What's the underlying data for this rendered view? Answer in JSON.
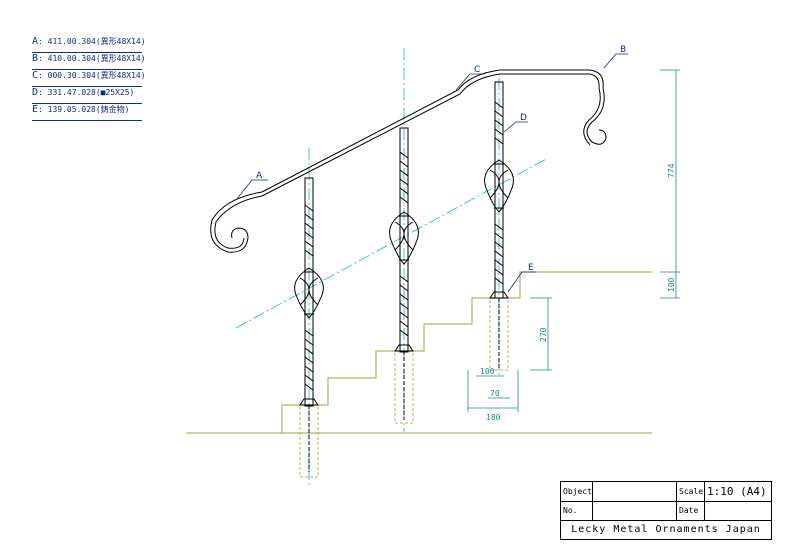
{
  "legend": [
    {
      "key": "A",
      "text": ": 411.00.304(異形48X14)"
    },
    {
      "key": "B",
      "text": ": 410.00.304(異形48X14)"
    },
    {
      "key": "C",
      "text": ": 000.30.304(異形48X14)"
    },
    {
      "key": "D",
      "text": ": 331.47.028(■25X25)"
    },
    {
      "key": "E",
      "text": ": 139.05.028(鋳金物)"
    }
  ],
  "callouts": {
    "A": "A",
    "B": "B",
    "C": "C",
    "D": "D",
    "E": "E"
  },
  "dimensions": {
    "height_774": "774",
    "height_100": "100",
    "depth_270": "270",
    "width_100": "100",
    "width_70": "70",
    "width_180": "180"
  },
  "title_block": {
    "object_label": "Object",
    "object_value": "",
    "scale_label": "Scale",
    "scale_value": "1:10 (A4)",
    "no_label": "No.",
    "no_value": "",
    "date_label": "Date",
    "date_value": "",
    "company": "Lecky Metal Ornaments Japan"
  },
  "colors": {
    "line": "#000000",
    "center": "#22c4c4",
    "ground": "#b8b26a",
    "dim": "#1a8a8a",
    "label": "#0b2b8f"
  }
}
